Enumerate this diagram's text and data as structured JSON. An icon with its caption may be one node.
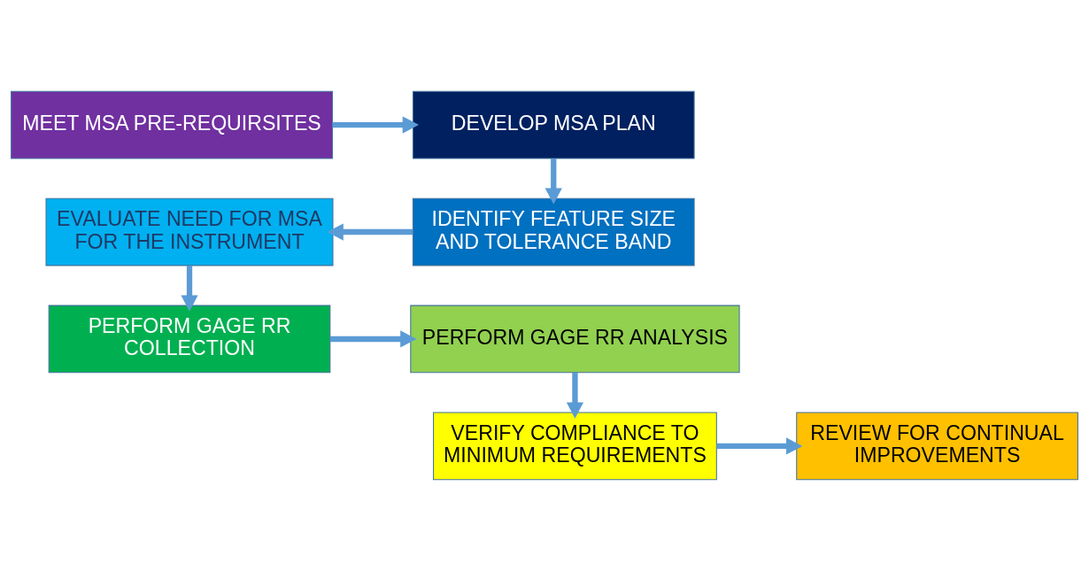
{
  "diagram": {
    "nodes": [
      {
        "text": [
          "MEET MSA PRE-REQUIRSITES"
        ]
      },
      {
        "text": [
          "DEVELOP MSA PLAN"
        ]
      },
      {
        "text": [
          "IDENTIFY FEATURE SIZE AND TOLERANCE BAND"
        ]
      },
      {
        "text": [
          "EVALUATE NEED FOR MSA FOR THE INSTRUMENT"
        ]
      },
      {
        "text": [
          "PERFORM GAGE RR COLLECTION"
        ]
      },
      {
        "text": [
          "PERFORM GAGE RR ANALYSIS"
        ]
      },
      {
        "text": [
          "VERIFY COMPLIANCE TO MINIMUM REQUIREMENTS"
        ]
      },
      {
        "text": [
          "REVIEW FOR CONTINUAL IMPROVEMENTS"
        ]
      }
    ],
    "edges": [
      {
        "from": 0,
        "to": 1,
        "arrow": "to"
      },
      {
        "from": 1,
        "to": 2,
        "arrow": "to"
      },
      {
        "from": 2,
        "to": 3,
        "arrow": "to"
      },
      {
        "from": 3,
        "to": 4,
        "arrow": "to"
      },
      {
        "from": 4,
        "to": 5,
        "arrow": "to"
      },
      {
        "from": 5,
        "to": 6,
        "arrow": "to"
      },
      {
        "from": 6,
        "to": 7,
        "arrow": "to"
      }
    ]
  }
}
